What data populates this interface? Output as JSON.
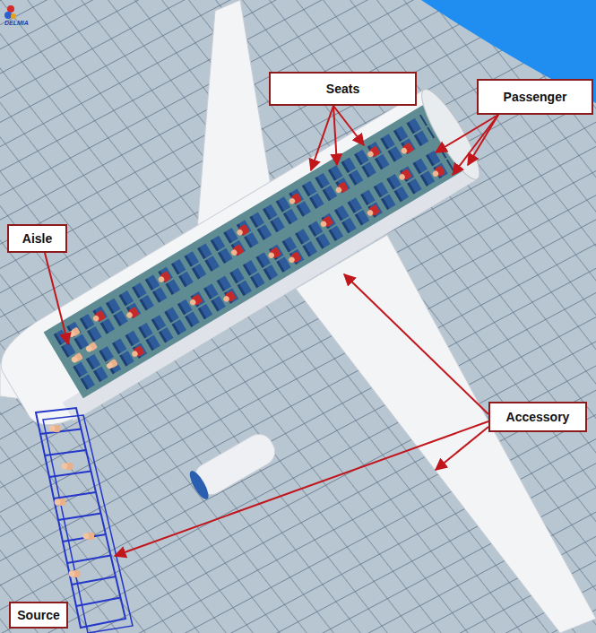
{
  "diagram": {
    "nodes": [
      {
        "text": [
          "Seats"
        ]
      },
      {
        "text": [
          "Passenger"
        ]
      },
      {
        "text": [
          "Aisle"
        ]
      },
      {
        "text": [
          "Accessory"
        ]
      },
      {
        "text": [
          "Source"
        ]
      }
    ],
    "labels": [
      "DELMIA"
    ]
  }
}
